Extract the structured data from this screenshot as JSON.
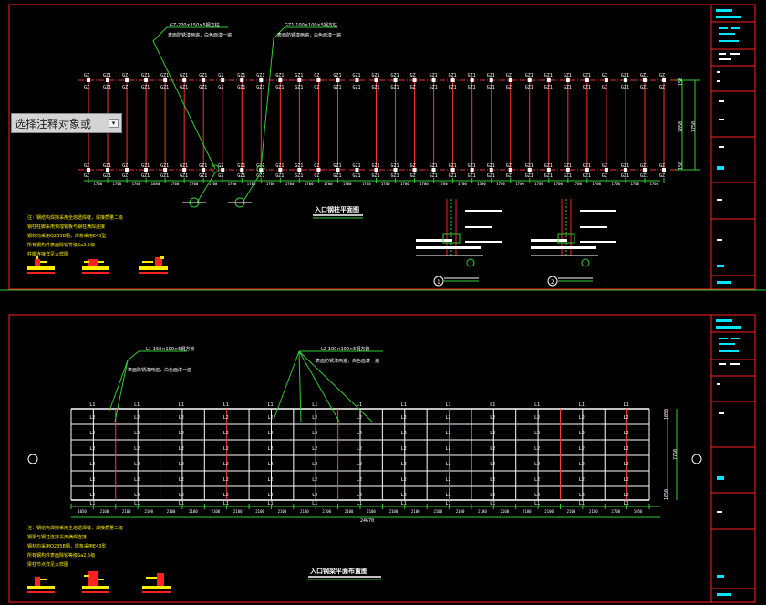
{
  "prompt": {
    "text": "选择注释对象或",
    "dropdown_icon": "dropdown-arrow-icon"
  },
  "sheet1": {
    "column_tag": "GZ",
    "column_tag_mid": "GZ1",
    "callout_a": "GZ-200×150×5钢方柱",
    "callout_a_note": "表面防锈漆两遍，白色面漆一遍",
    "callout_b": "GZ1-100×100×5钢方柱",
    "callout_b_note": "表面防锈漆两遍，白色面漆一遍",
    "plan_title": "入口钢柱平面图",
    "bay_dims": [
      "1700",
      "1700",
      "1700",
      "1680",
      "1700",
      "1700",
      "1700",
      "1700",
      "1700",
      "1700",
      "1700",
      "1700",
      "1700",
      "1700",
      "1700",
      "1700",
      "1700",
      "1700",
      "1700",
      "1700",
      "1700",
      "1700",
      "1700",
      "1700",
      "1700",
      "1700",
      "1700",
      "1700",
      "1700",
      "1700"
    ],
    "right_dim_top": "150",
    "right_dim_mid": "7850",
    "right_dim_total": "7750",
    "right_dim_bot": "150",
    "detail_1": "1",
    "detail_2": "2",
    "note_lines": [
      "注：钢结构焊接采用全熔透焊缝，焊接质量二级",
      "钢柱柱脚采用预埋钢板与钢柱满焊连接",
      "钢材均采用Q235B钢，焊条采用E43型",
      "所有钢构件表面除锈等级Sa2.5级",
      "柱脚连接详见大样图"
    ]
  },
  "sheet2": {
    "beam_tag1": "L1",
    "beam_tag2": "L2",
    "callout_a": "L1-150×100×5钢方管",
    "callout_a_note": "表面防锈漆两遍，白色面漆一遍",
    "callout_b": "L2-100×100×5钢方管",
    "callout_b_note": "表面防锈漆两遍，白色面漆一遍",
    "plan_title": "入口钢梁平面布置图",
    "bay_dims": [
      "1050",
      "2100",
      "2100",
      "2100",
      "2100",
      "2100",
      "2100",
      "2100",
      "2100",
      "2100",
      "2100",
      "2100",
      "2100",
      "2100",
      "2100",
      "2100",
      "2100",
      "2100",
      "2100",
      "2100",
      "2100",
      "2100",
      "2100",
      "2100",
      "2700",
      "1050"
    ],
    "overall_dim": "24670",
    "right_dim_top": "1050",
    "right_dim_mid": "7750",
    "right_dim_bot": "1050",
    "note_lines": [
      "注：钢结构焊接采用全熔透焊缝，焊接质量二级",
      "钢梁与钢柱连接采用满焊连接",
      "钢材均采用Q235B钢，焊条采用E43型",
      "所有钢构件表面除锈等级Sa2.5级",
      "梁柱节点详见大样图"
    ]
  },
  "colors": {
    "background": "#000000",
    "frame": "#ff2020",
    "grid": "#ff3030",
    "green": "#33cc33",
    "note": "#ffff00",
    "cyan": "#00ffff",
    "white": "#ffffff"
  }
}
